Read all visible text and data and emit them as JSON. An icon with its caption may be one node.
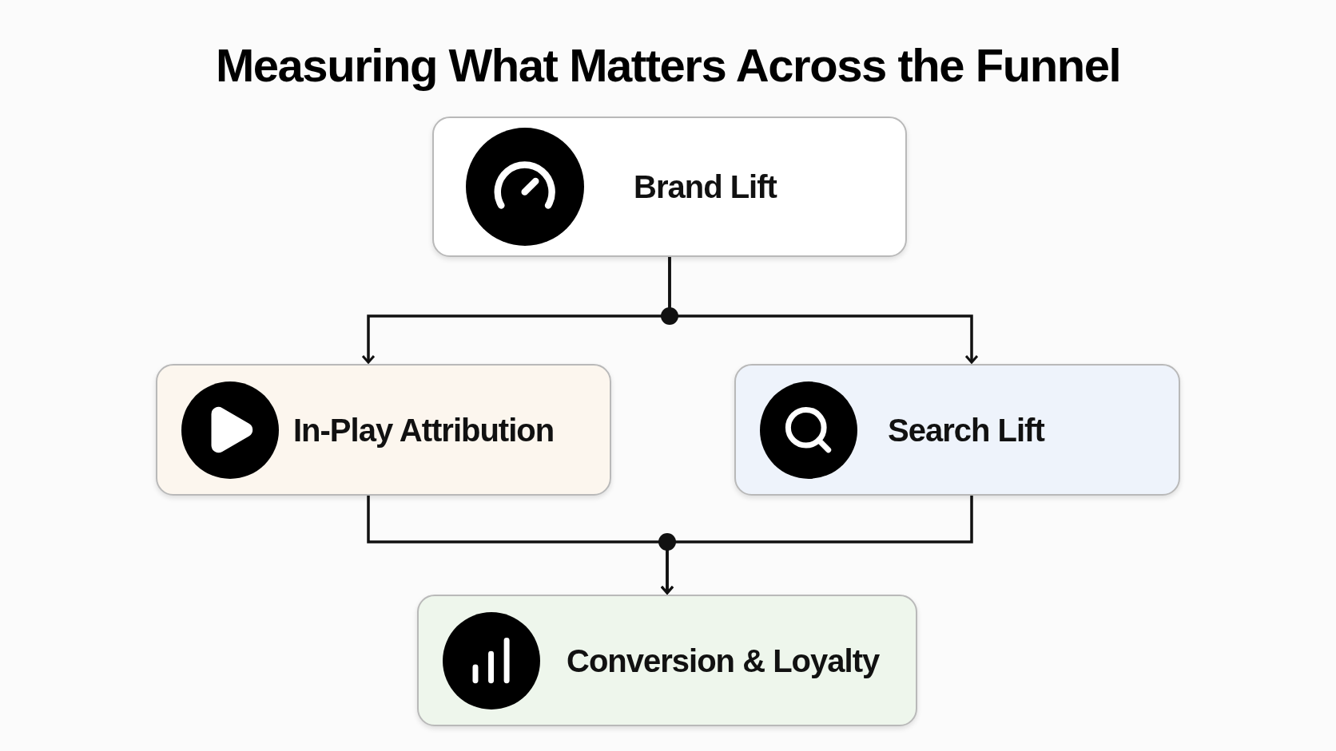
{
  "diagram": {
    "title": "Measuring What Matters Across the Funnel",
    "nodes": [
      {
        "text": [
          "Brand Lift"
        ]
      },
      {
        "text": [
          "In-Play Attribution"
        ]
      },
      {
        "text": [
          "Search Lift"
        ]
      },
      {
        "text": [
          "Conversion & Loyalty"
        ]
      }
    ],
    "edges": [
      {
        "from": 0,
        "to": 1,
        "arrow": "to"
      },
      {
        "from": 0,
        "to": 2,
        "arrow": "to"
      },
      {
        "from": 1,
        "to": 3,
        "arrow": "to"
      },
      {
        "from": 2,
        "to": 3,
        "arrow": "to"
      }
    ]
  }
}
